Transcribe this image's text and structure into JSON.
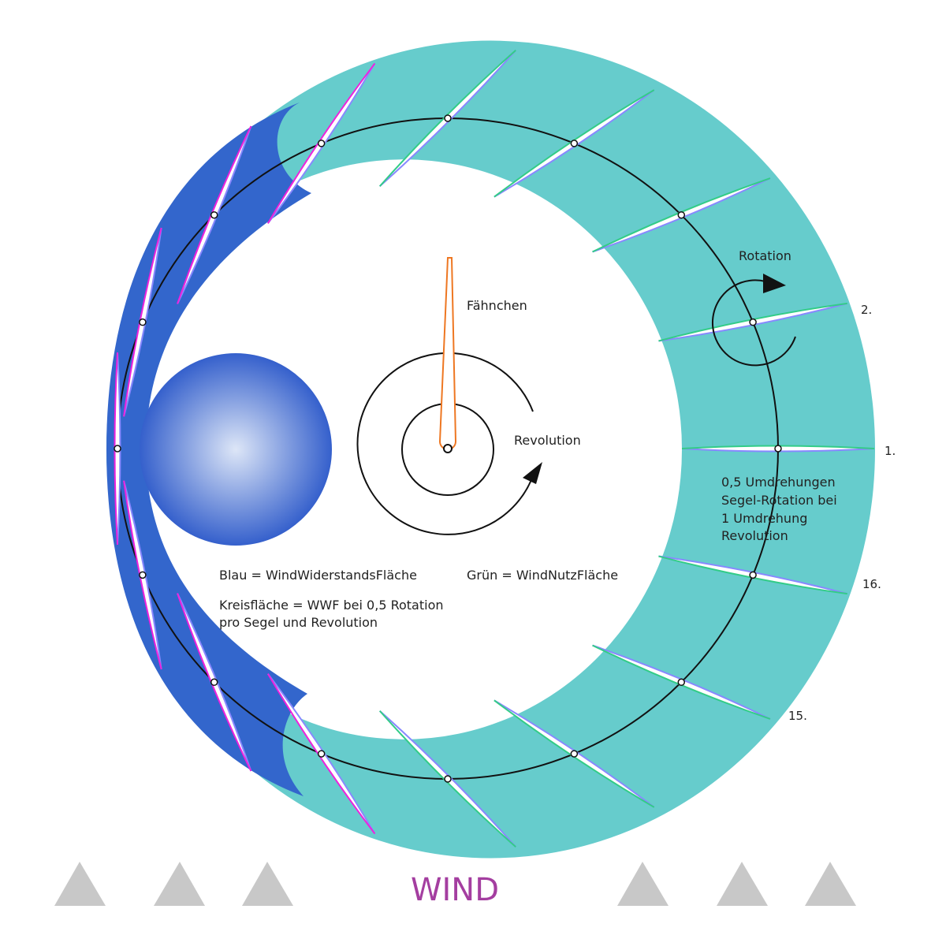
{
  "colors": {
    "useful_area": "#66cccc",
    "resistance_area": "#3366cc",
    "sail_fill": "#ffffff",
    "sail_edge_top": "#8888ff",
    "sail_edge_bottom_green": "#33cc88",
    "sail_edge_bottom_magenta": "#ee22dd",
    "vane": "#ee7722",
    "wind_text": "#a43ea0",
    "wind_arrows": "#c8c8c8",
    "ball_center": "#dde6f7",
    "ball_edge": "#3560cc"
  },
  "labels": {
    "rotation": "Rotation",
    "vane": "Fähnchen",
    "revolution": "Revolution",
    "ratio_line1": "0,5 Umdrehungen",
    "ratio_line2": "Segel-Rotation bei",
    "ratio_line3": "1 Umdrehung",
    "ratio_line4": "Revolution",
    "legend_blue": "Blau = WindWiderstandsFläche",
    "legend_green": "Grün = WindNutzFläche",
    "circle_line1": "Kreisfläche = WWF bei 0,5 Rotation",
    "circle_line2": "pro Segel und Revolution",
    "wind": "WIND"
  },
  "sail_numbers": {
    "n1": "1.",
    "n2": "2.",
    "n16": "16.",
    "n15": "15."
  },
  "icons": {
    "rotation_arrow": "curved-arrow-icon",
    "revolution_arrow": "curved-arrow-icon",
    "wind_arrow": "triangle-up-icon"
  },
  "sail_count": 16
}
